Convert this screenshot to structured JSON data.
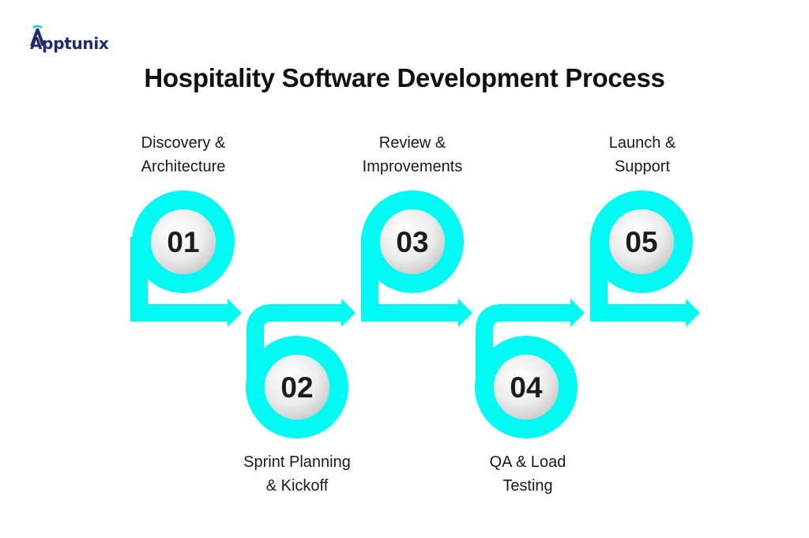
{
  "brand": {
    "name": "Apptunix"
  },
  "title": "Hospitality Software Development Process",
  "colors": {
    "accent": "#00fbf4",
    "badge": "#e8e8e8",
    "brand": "#1f2b6b"
  },
  "steps": [
    {
      "number": "01",
      "line1": "Discovery &",
      "line2": "Architecture"
    },
    {
      "number": "02",
      "line1": "Sprint Planning",
      "line2": "& Kickoff"
    },
    {
      "number": "03",
      "line1": "Review &",
      "line2": "Improvements"
    },
    {
      "number": "04",
      "line1": "QA & Load",
      "line2": "Testing"
    },
    {
      "number": "05",
      "line1": "Launch &",
      "line2": "Support"
    }
  ]
}
